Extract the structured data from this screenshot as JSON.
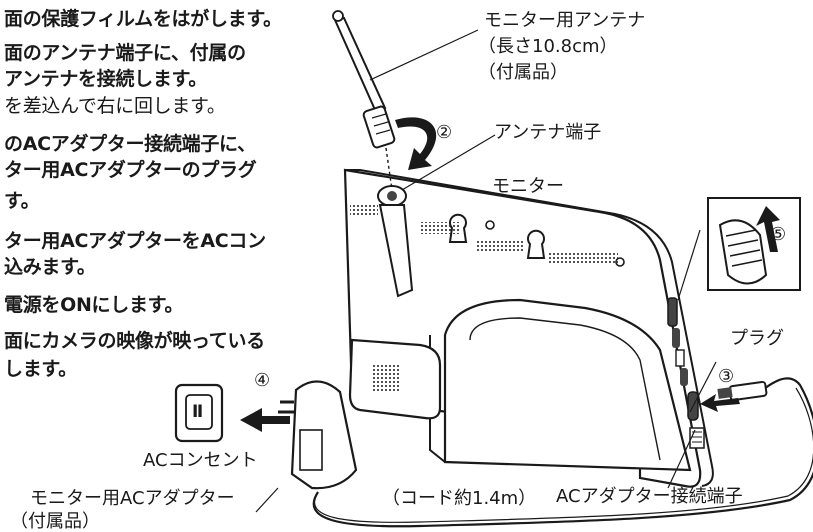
{
  "instructions": [
    "面の保護フィルムをはがします。",
    "面のアンテナ端子に、付属の",
    "アンテナを接続します。",
    "を差込んで右に回します。",
    "のACアダプター接続端子に、",
    "ター用ACアダプターのプラグ",
    "す。",
    "ター用ACアダプターをACコン",
    "込みます。",
    "電源をONにします。",
    "面にカメラの映像が映っている",
    "します。"
  ],
  "labels": {
    "antenna_name": "モニター用アンテナ",
    "antenna_length": "（長さ10.8cm）",
    "antenna_included": "（付属品）",
    "step2": "②",
    "antenna_terminal": "アンテナ端子",
    "monitor": "モニター",
    "step5": "⑤",
    "plug": "プラグ",
    "step3": "③",
    "step4": "④",
    "outlet_face": "Ⅱ",
    "ac_outlet": "ACコンセント",
    "adapter_name": "モニター用ACアダプター",
    "adapter_included": "（付属品）",
    "cord_length": "（コード約1.4m）",
    "adapter_terminal": "ACアダプター接続端子"
  },
  "colors": {
    "ink": "#1a1a1a",
    "screen_panel": "#ffffff",
    "port_fill": "#444444"
  },
  "icons": {
    "rotate_arrow": "curved-arrow-icon",
    "push_arrow": "left-arrow-icon",
    "switch_arrow": "up-arrow-icon"
  }
}
